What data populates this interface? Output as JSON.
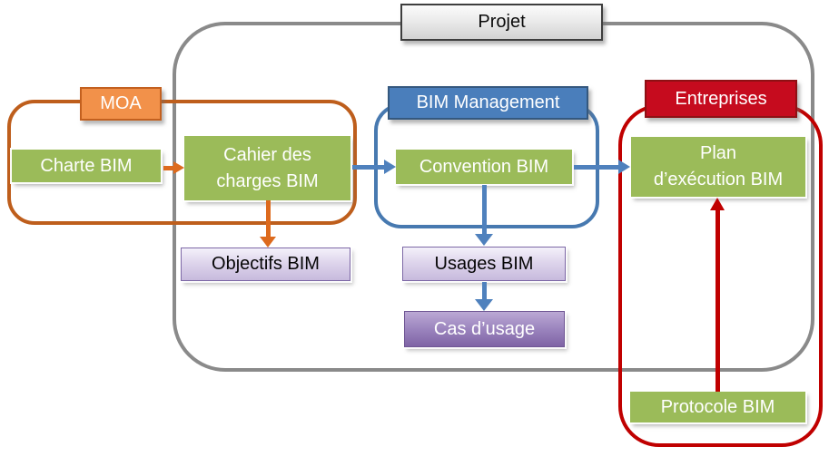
{
  "diagram": {
    "background": "#ffffff",
    "groups": {
      "projet": {
        "label": "Projet",
        "border_color": "#8A8A8A",
        "header_fill": "#e9e9e9"
      },
      "moa": {
        "label": "MOA",
        "header_fill": "#F2914A",
        "border_color": "#BE5E1C"
      },
      "bim_management": {
        "label": "BIM Management",
        "header_fill": "#4A7EBB",
        "border_color": "#4779B0"
      },
      "entreprises": {
        "label": "Entreprises",
        "header_fill": "#C60B1E",
        "border_color": "#C00000"
      }
    },
    "nodes": {
      "charte_bim": {
        "label": "Charte BIM",
        "fill": "#9BBB59"
      },
      "cahier_charges_bim": {
        "lines": [
          "Cahier des",
          "charges BIM"
        ],
        "fill": "#9BBB59"
      },
      "convention_bim": {
        "label": "Convention BIM",
        "fill": "#9BBB59"
      },
      "plan_execution_bim": {
        "lines": [
          "Plan",
          "d’exécution BIM"
        ],
        "fill": "#9BBB59"
      },
      "objectifs_bim": {
        "label": "Objectifs BIM",
        "fill": "#DCD3EB"
      },
      "usages_bim": {
        "label": "Usages BIM",
        "fill": "#DCD3EB"
      },
      "cas_usage": {
        "label": "Cas d’usage",
        "fill": "#8F74B4"
      },
      "protocole_bim": {
        "label": "Protocole BIM",
        "fill": "#9BBB59"
      }
    },
    "edges": [
      {
        "from": "Charte BIM",
        "to": "Cahier des charges BIM",
        "color": "#DD6A1D",
        "direction": "right"
      },
      {
        "from": "Cahier des charges BIM",
        "to": "Convention BIM",
        "color": "#4F81BD",
        "direction": "right"
      },
      {
        "from": "Convention BIM",
        "to": "Plan d’exécution BIM",
        "color": "#4F81BD",
        "direction": "right"
      },
      {
        "from": "Cahier des charges BIM",
        "to": "Objectifs BIM",
        "color": "#DD6A1D",
        "direction": "down"
      },
      {
        "from": "Convention BIM",
        "to": "Usages BIM",
        "color": "#4F81BD",
        "direction": "down"
      },
      {
        "from": "Usages BIM",
        "to": "Cas d’usage",
        "color": "#4F81BD",
        "direction": "down"
      },
      {
        "from": "Protocole BIM",
        "to": "Plan d’exécution BIM",
        "color": "#C00000",
        "direction": "up"
      }
    ]
  }
}
